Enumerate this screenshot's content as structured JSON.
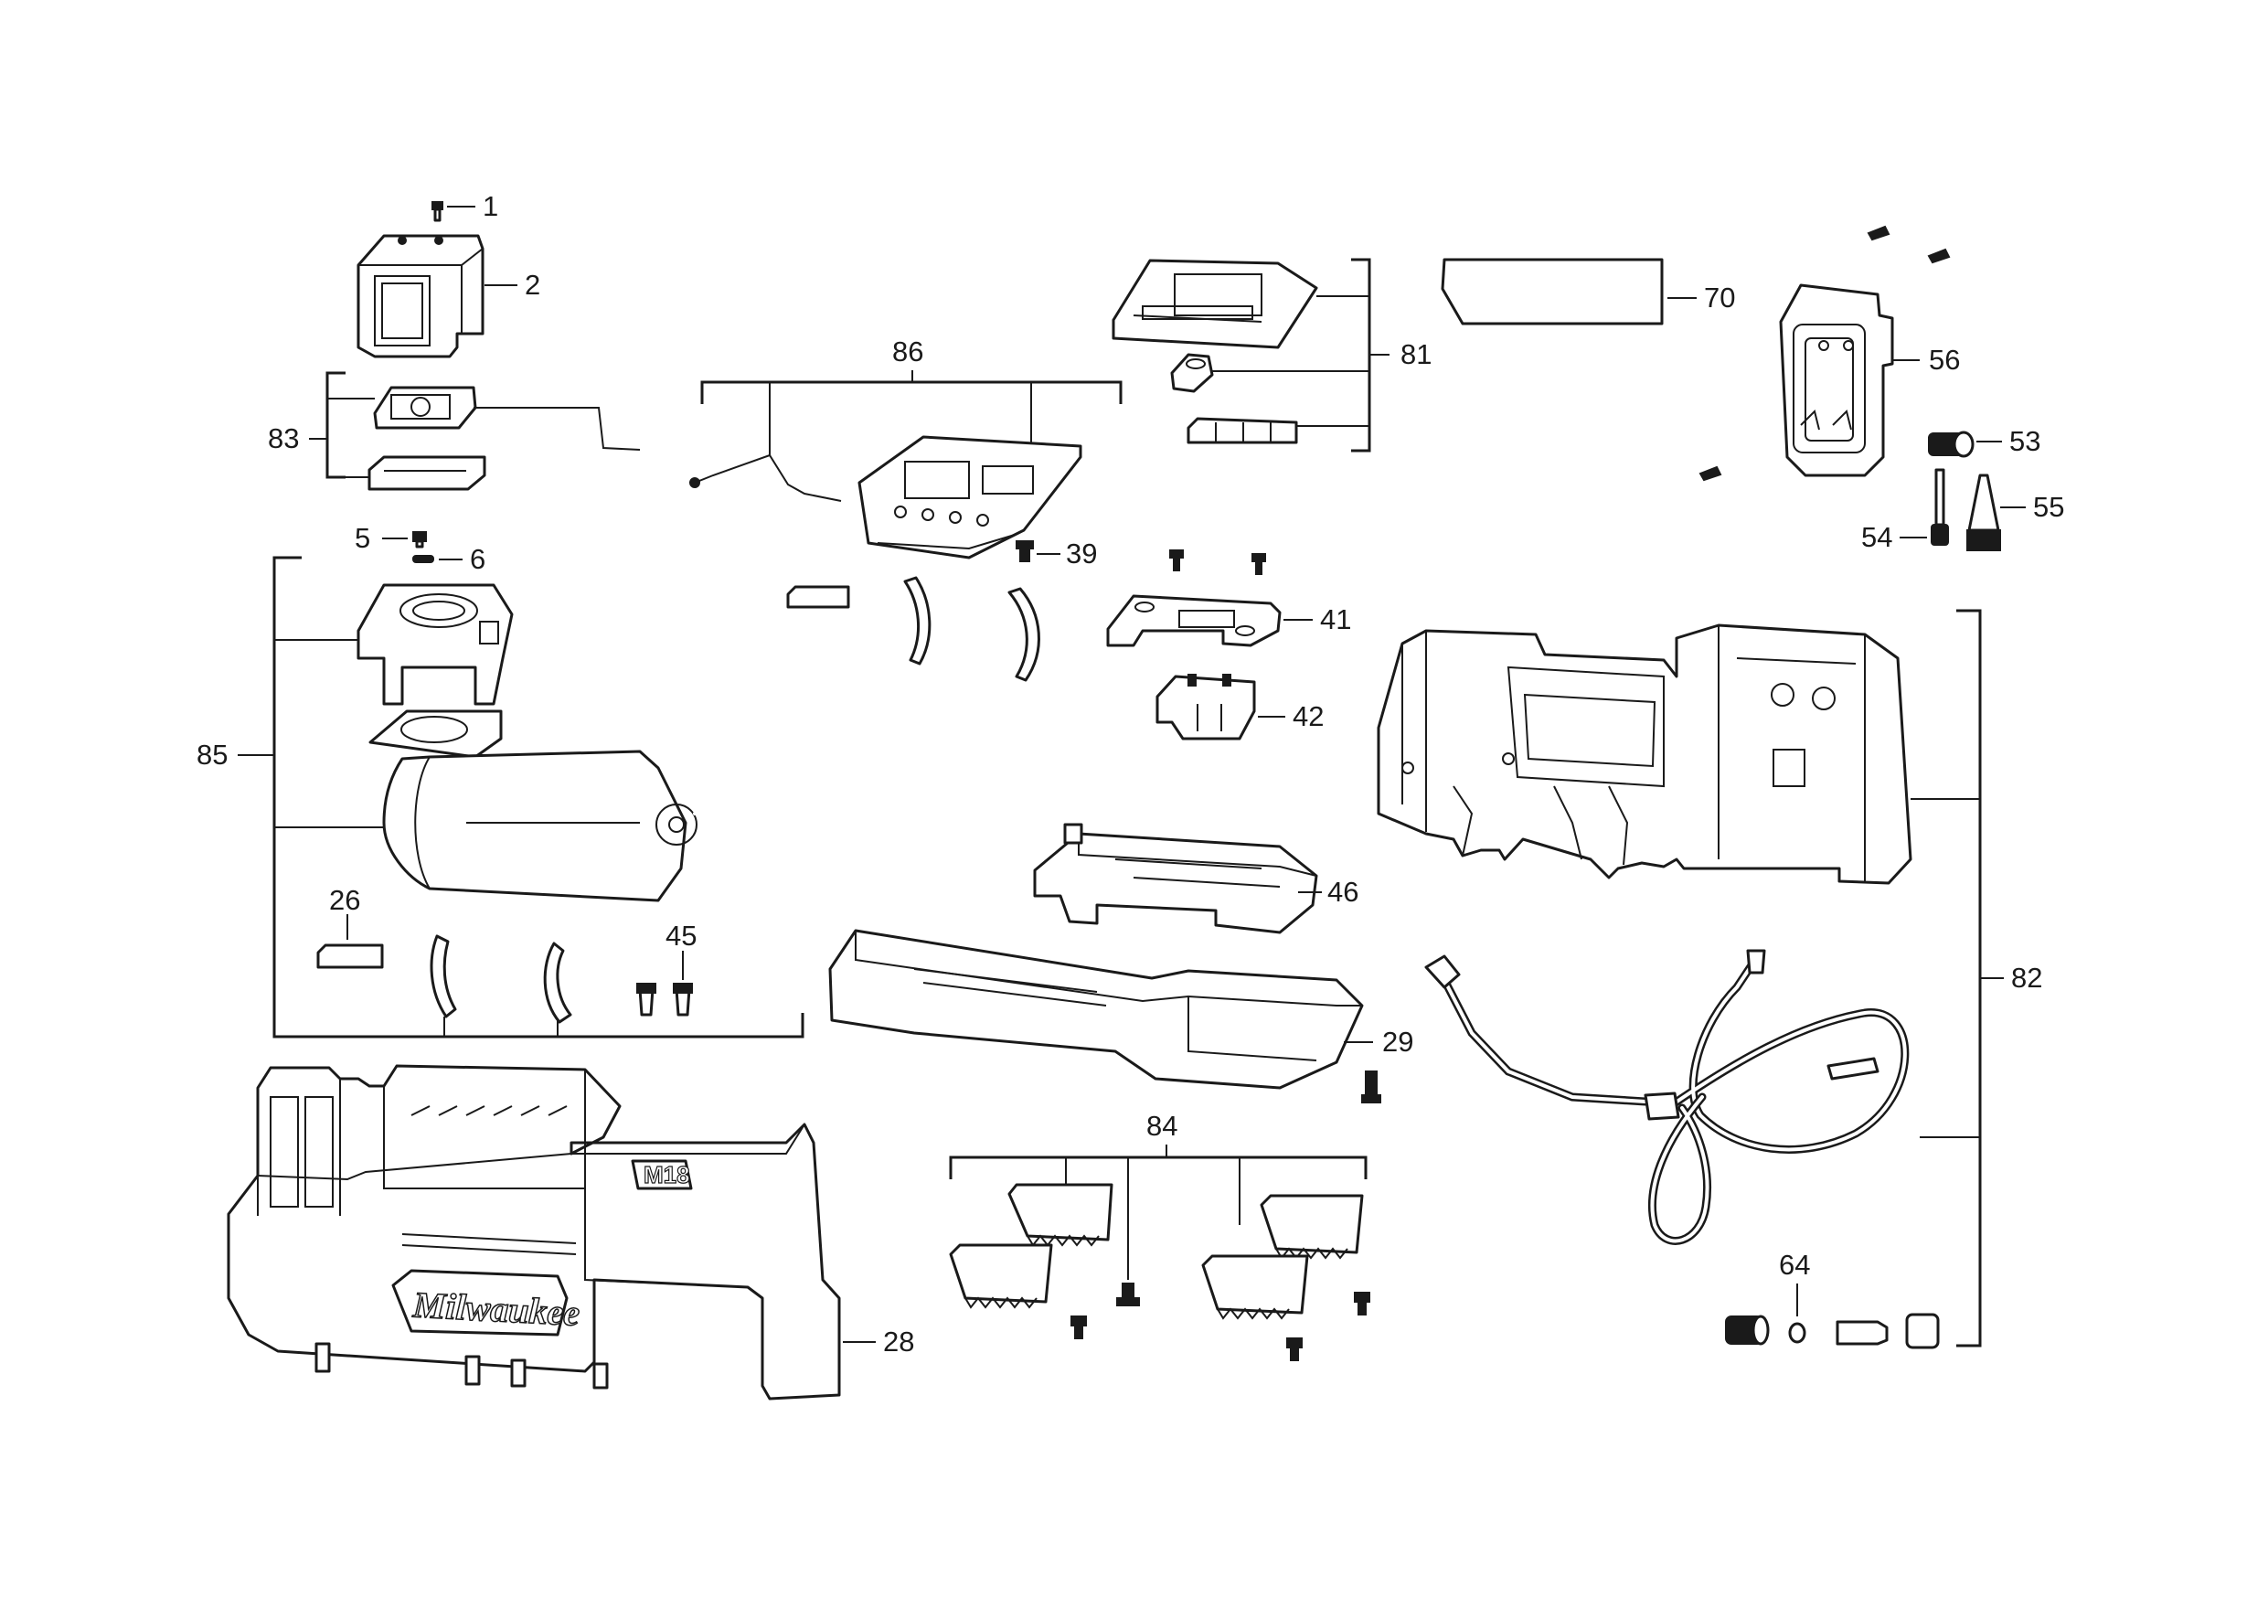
{
  "callouts": {
    "p1": "1",
    "p2": "2",
    "p5": "5",
    "p6": "6",
    "p26": "26",
    "p28": "28",
    "p29": "29",
    "p39": "39",
    "p41": "41",
    "p42": "42",
    "p45": "45",
    "p46": "46",
    "p53": "53",
    "p54": "54",
    "p55": "55",
    "p56": "56",
    "p64": "64",
    "p70": "70",
    "p81": "81",
    "p82": "82",
    "p83": "83",
    "p84": "84",
    "p85": "85",
    "p86": "86"
  },
  "housing_badge": "M18",
  "housing_logo": "Milwaukee",
  "icons": {
    "screw": "screw-icon",
    "gauge": "pressure-gauge-icon",
    "hose": "air-hose-icon"
  }
}
